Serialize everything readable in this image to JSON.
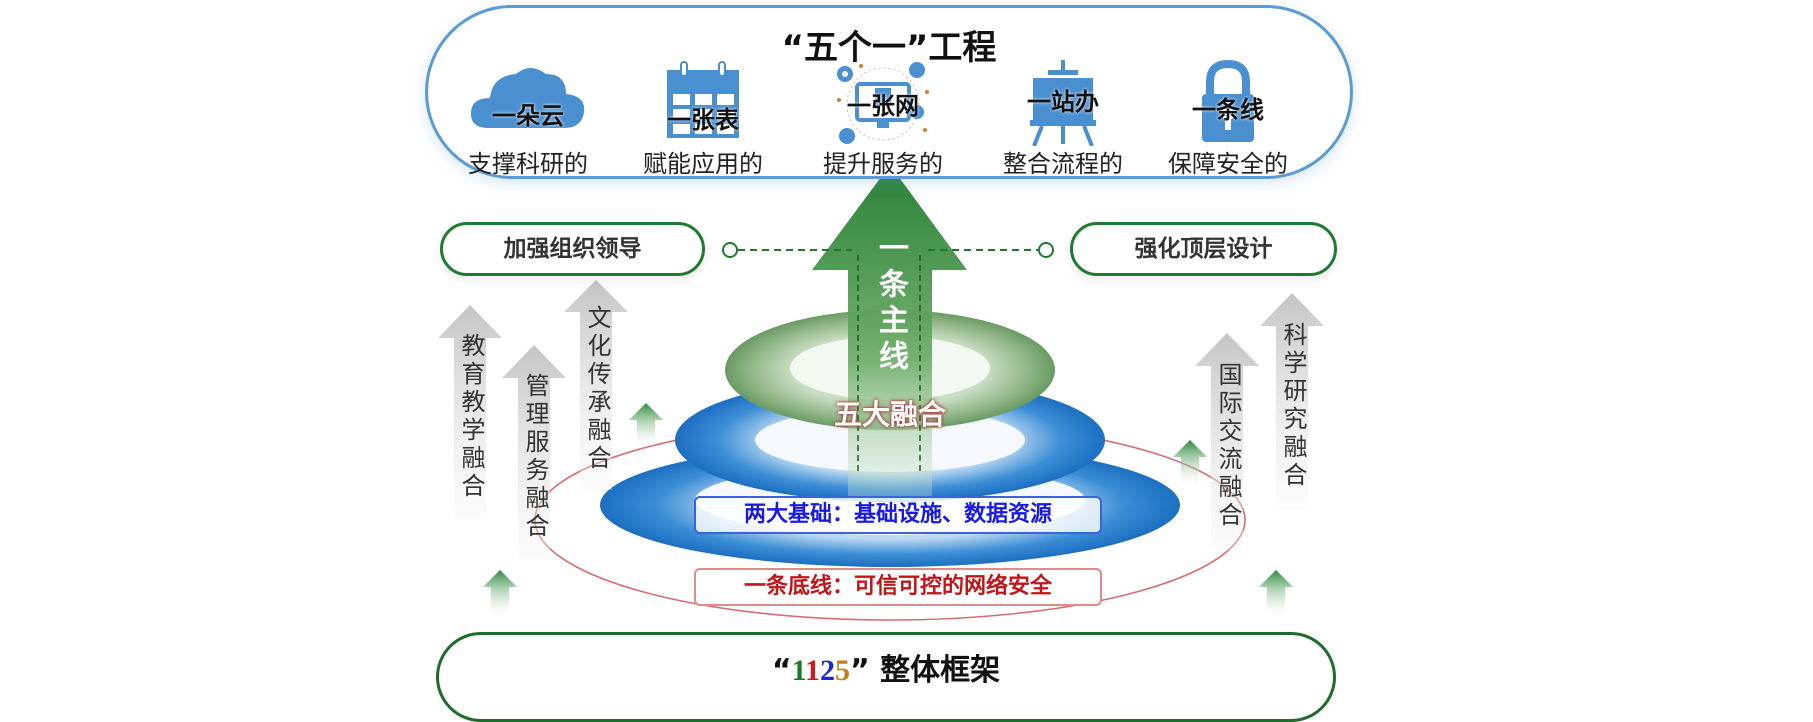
{
  "top_section": {
    "title": "“五个一”工程",
    "items": [
      {
        "name": "一朵云",
        "desc": "支撑科研的",
        "icon": "cloud-icon"
      },
      {
        "name": "一张表",
        "desc": "赋能应用的",
        "icon": "calendar-table-icon"
      },
      {
        "name": "一张网",
        "desc": "提升服务的",
        "icon": "network-computer-icon"
      },
      {
        "name": "一站办",
        "desc": "整合流程的",
        "icon": "easel-board-icon"
      },
      {
        "name": "一条线",
        "desc": "保障安全的",
        "icon": "padlock-icon"
      }
    ]
  },
  "pillars": {
    "left": "加强组织领导",
    "right": "强化顶层设计"
  },
  "main_arrow": {
    "label": "一条主线"
  },
  "center_label": "五大融合",
  "fusion_arrows": {
    "left": [
      "教育教学融合",
      "管理服务融合",
      "文化传承融合"
    ],
    "right": [
      "国际交流融合",
      "科学研究融合"
    ]
  },
  "foundations": "两大基础：基础设施、数据资源",
  "bottom_line": "一条底线：可信可控的网络安全",
  "framework": {
    "quote_open": "“",
    "digits": [
      "1",
      "1",
      "2",
      "5"
    ],
    "quote_close": "”",
    "title": "整体框架"
  },
  "colors": {
    "top_border": "#5b9bd5",
    "icon_blue": "#4a8fd0",
    "green": "#1e7a2e",
    "blue_text": "#1a1ae0",
    "red_text": "#c0161a",
    "digit_colors": [
      "#1a7a2a",
      "#d01a1a",
      "#1a2ad0",
      "#c08020"
    ]
  }
}
